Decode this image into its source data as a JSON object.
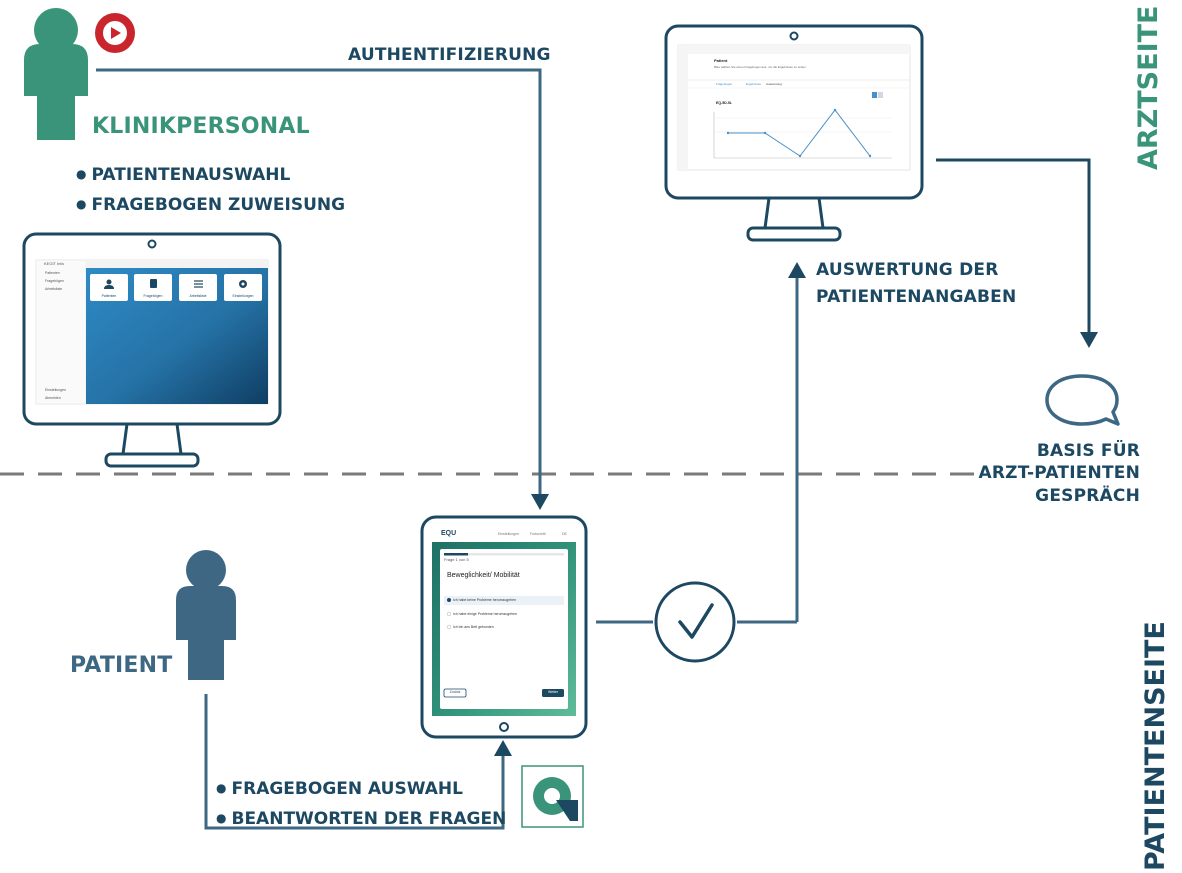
{
  "labels": {
    "clinic_staff": "KLINIKPERSONAL",
    "patient": "PATIENT",
    "authentication": "AUTHENTIFIZIERUNG",
    "evaluation_line1": "AUSWERTUNG DER",
    "evaluation_line2": "PATIENTENANGABEN",
    "basis_line1": "BASIS FÜR",
    "basis_line2": "ARZT-PATIENTEN",
    "basis_line3": "GESPRÄCH",
    "doctor_side": "ARZTSEITE",
    "patient_side": "PATIENTENSEITE"
  },
  "clinic_tasks": [
    "PATIENTENAUSWAHL",
    "FRAGEBOGEN ZUWEISUNG"
  ],
  "patient_tasks": [
    "FRAGEBOGEN AUSWAHL",
    "BEANTWORTEN DER FRAGEN"
  ],
  "clinic_app": {
    "title": "KEGIT Infa",
    "sidebar": [
      "Patienten",
      "Fragebögen",
      "Arbeitsliste"
    ],
    "sidebar_bottom": [
      "Einstellungen",
      "Abmelden"
    ],
    "tiles": [
      "Patienten",
      "Fragebögen",
      "Arbeitsliste",
      "Einstellungen"
    ]
  },
  "tablet_app": {
    "brand": "EQU",
    "nav": [
      "Einstellungen",
      "Fortschritt",
      "DE"
    ],
    "progress_text": "Frage 1 von 5",
    "question": "Beweglichkeit/ Mobilität",
    "options": [
      "Ich habe keine Probleme herumzugehen",
      "Ich habe einige Probleme herumzugehen",
      "Ich bin ans Bett gebunden"
    ],
    "back_button": "Zurück",
    "next_button": "Weiter"
  },
  "doctor_app": {
    "title": "Patient",
    "subtitle": "Bitte wählen Sie einen Fragebogen aus, um die Ergebnisse zu sehen",
    "tabs": [
      "Fragebogen",
      "Ergebnisse",
      "Auswertung"
    ],
    "chart_title": "EQ-5D-5L"
  },
  "colors": {
    "green": "#3a9479",
    "blue": "#3e6784",
    "dark": "#1d4862",
    "red": "#c9252c"
  }
}
